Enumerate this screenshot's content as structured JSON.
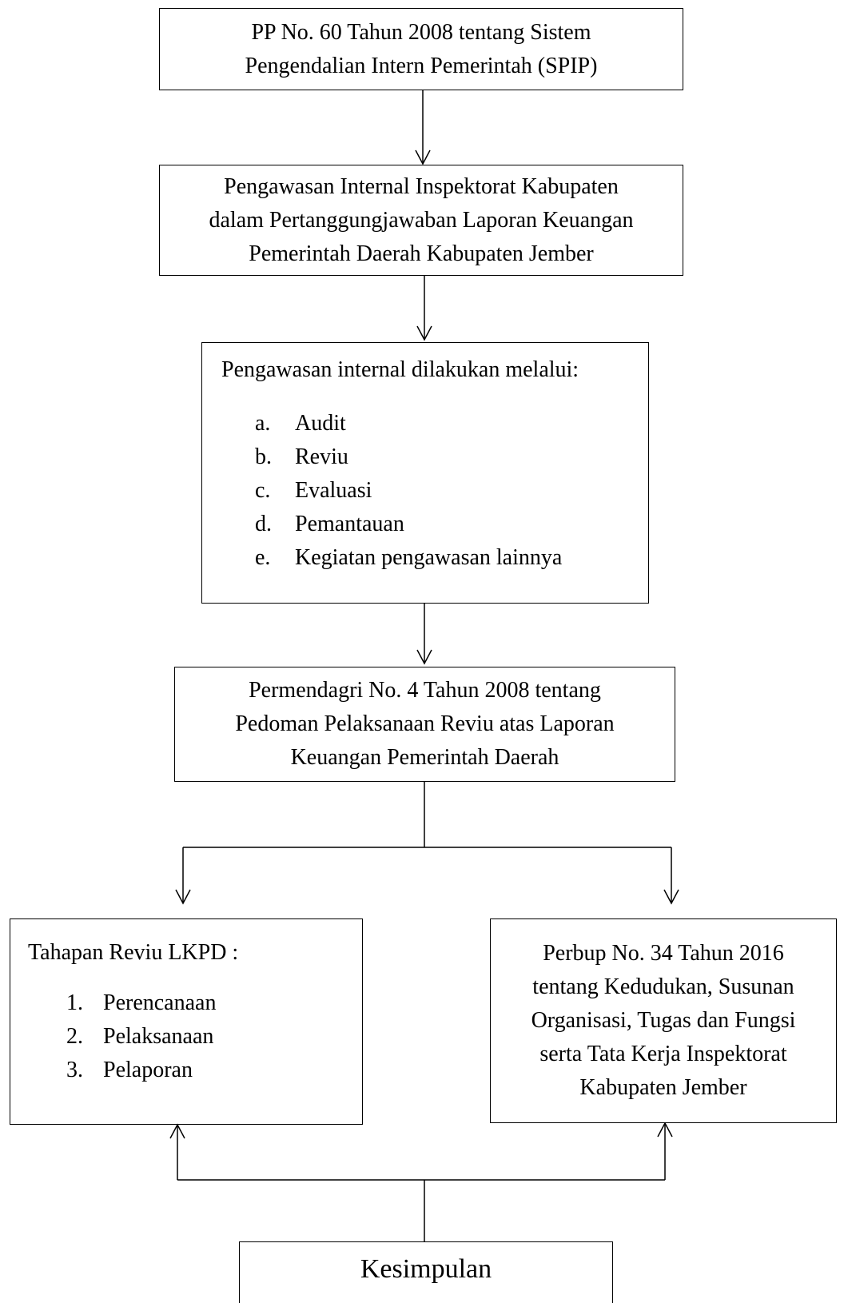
{
  "boxes": {
    "spip": {
      "lines": [
        "PP No. 60 Tahun 2008 tentang Sistem",
        "Pengendalian  Intern  Pemerintah  (SPIP)"
      ]
    },
    "pengawasan": {
      "lines": [
        "Pengawasan Internal Inspektorat Kabupaten",
        "dalam Pertanggungjawaban Laporan Keuangan",
        "Pemerintah Daerah Kabupaten Jember"
      ]
    },
    "melalui": {
      "heading": "Pengawasan internal dilakukan melalui:",
      "items": [
        {
          "marker": "a.",
          "text": "Audit"
        },
        {
          "marker": "b.",
          "text": "Reviu"
        },
        {
          "marker": "c.",
          "text": "Evaluasi"
        },
        {
          "marker": "d.",
          "text": "Pemantauan"
        },
        {
          "marker": "e.",
          "text": "Kegiatan pengawasan lainnya"
        }
      ]
    },
    "permendagri": {
      "lines": [
        "Permendagri No. 4 Tahun 2008 tentang",
        "Pedoman Pelaksanaan Reviu atas Laporan",
        "Keuangan Pemerintah Daerah"
      ]
    },
    "tahapan": {
      "heading": "Tahapan Reviu LKPD :",
      "items": [
        {
          "marker": "1.",
          "text": "Perencanaan"
        },
        {
          "marker": "2.",
          "text": "Pelaksanaan"
        },
        {
          "marker": "3.",
          "text": "Pelaporan"
        }
      ]
    },
    "perbup": {
      "lines": [
        "Perbup No. 34 Tahun 2016",
        "tentang Kedudukan, Susunan",
        "Organisasi, Tugas dan Fungsi",
        "serta Tata Kerja Inspektorat",
        "Kabupaten Jember"
      ]
    },
    "kesimpulan": {
      "label": "Kesimpulan"
    }
  }
}
